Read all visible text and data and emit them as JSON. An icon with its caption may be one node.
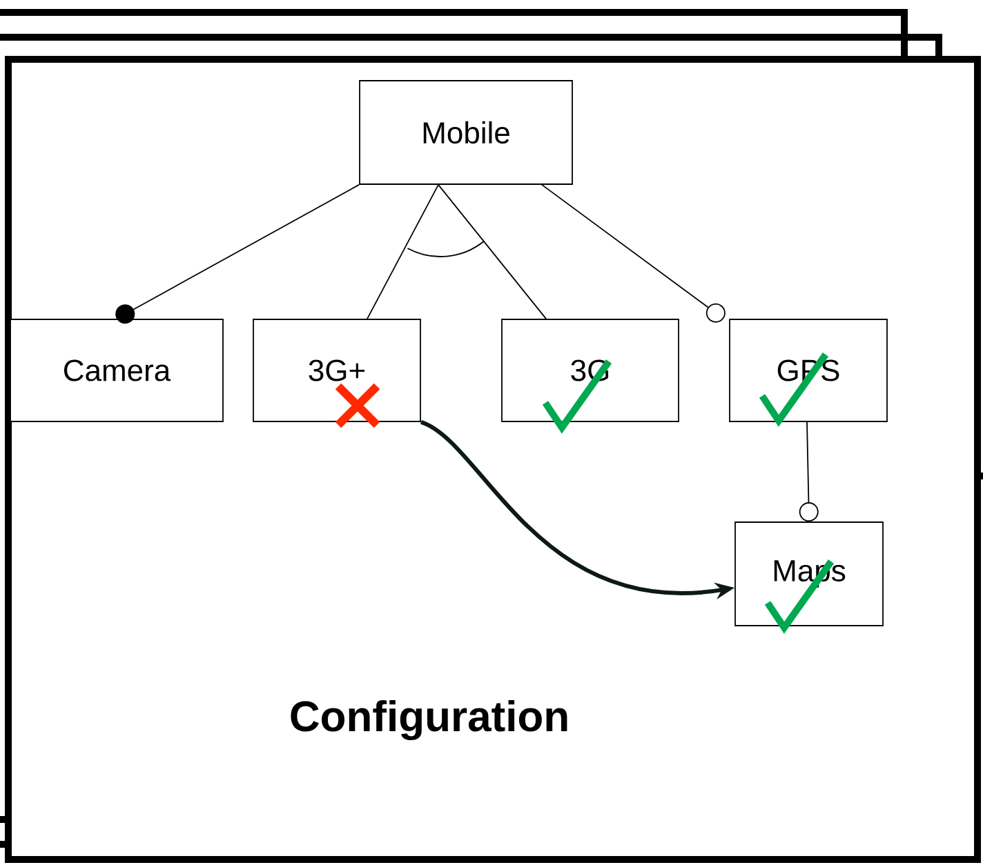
{
  "diagram": {
    "nodes": [
      {
        "text": [
          "Configuration"
        ]
      },
      {
        "text": [
          "Mobile"
        ],
        "in": 0
      },
      {
        "text": [
          "Camera"
        ],
        "in": 0
      },
      {
        "text": [
          "3G+"
        ],
        "in": 0
      },
      {
        "text": [
          "3G"
        ],
        "in": 0
      },
      {
        "text": [
          "GPS"
        ],
        "in": 0
      },
      {
        "text": [
          "Maps"
        ],
        "in": 0
      }
    ],
    "edges": [
      {
        "from": 1,
        "to": 2,
        "arrow": "other"
      },
      {
        "from": 1,
        "to": 3,
        "arrow": "none"
      },
      {
        "from": 1,
        "to": 4,
        "arrow": "none"
      },
      {
        "from": 1,
        "to": 5,
        "arrow": "other"
      },
      {
        "from": 5,
        "to": 6,
        "arrow": "other"
      },
      {
        "from": 3,
        "to": 6,
        "arrow": "to",
        "style": "thick",
        "color": "#0d1a14"
      }
    ]
  }
}
